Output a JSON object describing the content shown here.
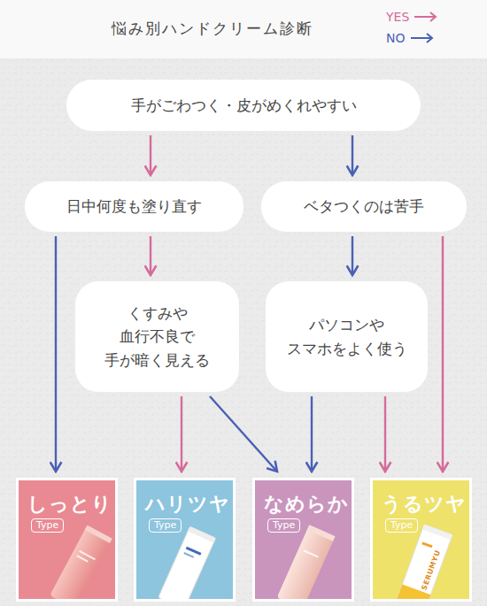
{
  "diagram": {
    "title": "悩み別ハンドクリーム診断",
    "nodes": [
      {
        "text": [
          "手がごわつく・皮がめくれやすい"
        ]
      },
      {
        "text": [
          "日中何度も塗り直す"
        ]
      },
      {
        "text": [
          "ベタつくのは苦手"
        ]
      },
      {
        "text": [
          "くすみや 血行不良で 手が暗く見える"
        ]
      },
      {
        "text": [
          "パソコンや スマホをよく使う"
        ]
      },
      {
        "text": [
          "しっとり",
          "Type"
        ]
      },
      {
        "text": [
          "ハリツヤ",
          "Type"
        ]
      },
      {
        "text": [
          "なめらか",
          "Type"
        ]
      },
      {
        "text": [
          "うるツヤ",
          "Type"
        ]
      }
    ],
    "edges": [
      {
        "from": 0,
        "to": 1,
        "arrow": "to"
      },
      {
        "from": 0,
        "to": 2,
        "arrow": "to"
      },
      {
        "from": 1,
        "to": 3,
        "arrow": "to"
      },
      {
        "from": 1,
        "to": 5,
        "arrow": "to"
      },
      {
        "from": 2,
        "to": 4,
        "arrow": "to"
      },
      {
        "from": 2,
        "to": 8,
        "arrow": "to"
      },
      {
        "from": 3,
        "to": 6,
        "arrow": "to"
      },
      {
        "from": 3,
        "to": 7,
        "arrow": "to"
      },
      {
        "from": 4,
        "to": 7,
        "arrow": "to"
      },
      {
        "from": 4,
        "to": 8,
        "arrow": "to"
      }
    ],
    "labels": [
      "SERUMYU"
    ],
    "legend": [
      {
        "text": "YES"
      },
      {
        "text": "NO"
      }
    ]
  }
}
